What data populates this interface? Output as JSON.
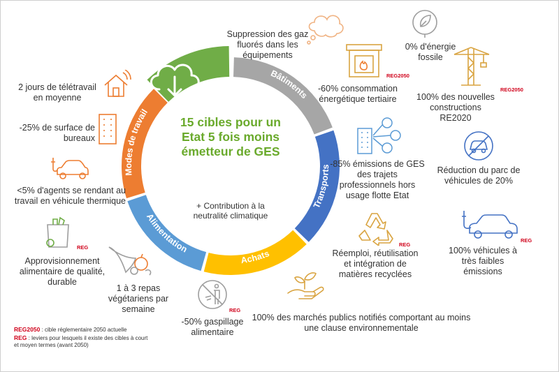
{
  "center": {
    "title": "15 cibles pour un Etat 5 fois moins émetteur de GES",
    "subtitle": "+ Contribution à la neutralité climatique"
  },
  "segments": [
    {
      "label": "Bâtiments",
      "color": "#a6a6a6"
    },
    {
      "label": "Transports",
      "color": "#4472c4"
    },
    {
      "label": "Achats",
      "color": "#ffc000"
    },
    {
      "label": "Alimentation",
      "color": "#5b9bd5"
    },
    {
      "label": "Modes de travail",
      "color": "#ed7d31"
    }
  ],
  "top_segment_color": "#70ad47",
  "targets": {
    "gaz_fluores": "Suppression des gaz fluorés dans les équipements",
    "energie_fossile": "0% d'énergie fossile",
    "consommation_tertiaire": "-60% consommation énergétique tertiaire",
    "nouvelles_constructions": "100% des nouvelles constructions RE2020",
    "emissions_trajets": "-85% émissions de GES des trajets professionnels hors usage flotte Etat",
    "parc_vehicules": "Réduction du parc de véhicules de 20%",
    "vehicules_faibles": "100% véhicules à très faibles émissions",
    "reemploi": "Réemploi, réutilisation et intégration de matières recyclées",
    "marches_publics": "100% des marchés publics notifiés comportant au moins une clause environnementale",
    "gaspillage": "-50% gaspillage alimentaire",
    "repas_vegetariens": "1 à 3 repas végétariens par semaine",
    "approvisionnement": "Approvisionnement alimentaire de qualité, durable",
    "vehicule_thermique": "<5% d'agents se rendant au travail en véhicule thermique",
    "surface_bureaux": "-25% de surface de bureaux",
    "teletravail": "2 jours de télétravail en moyenne"
  },
  "badges": {
    "reg2050": "REG2050",
    "reg": "REG"
  },
  "legend": {
    "reg2050_key": "REG2050",
    "reg2050_text": " : cible réglementaire 2050 actuelle",
    "reg_key": "REG",
    "reg_text": " : leviers pour lesquels il existe des cibles à court et moyen termes (avant 2050)"
  },
  "icons": [
    "cloud-download-icon",
    "house-wifi-icon",
    "office-building-icon",
    "electric-car-icon",
    "grocery-bag-icon",
    "cornucopia-icon",
    "no-waste-icon",
    "hand-plant-icon",
    "recycle-icon",
    "electric-car-icon",
    "no-car-icon",
    "people-network-icon",
    "fireplace-icon",
    "thought-cloud-icon",
    "eco-energy-icon",
    "crane-icon"
  ]
}
